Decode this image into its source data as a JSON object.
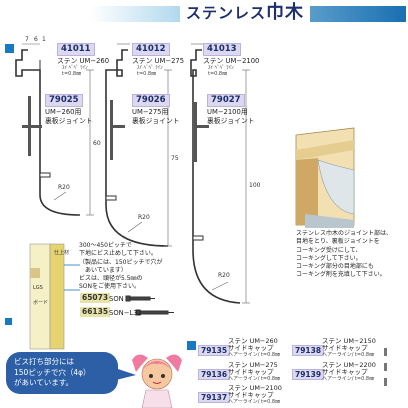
{
  "header": {
    "title_prefix": "ステンレス",
    "title_main": "巾木"
  },
  "profiles": [
    {
      "code": "41011",
      "name": "ステン UM−260",
      "name_sub": "ｽｲ ﾍﾞﾍﾟ ﾗｲﾝ",
      "thickness": "t=0.8㎜",
      "joint_code": "79025",
      "joint_l1": "UM−260用",
      "joint_l2": "裏板ジョイント",
      "height": "60",
      "radius": "R20"
    },
    {
      "code": "41012",
      "name": "ステン UM−275",
      "name_sub": "ｽｲ ﾍﾞﾍﾟ ﾗｲﾝ",
      "thickness": "t=0.8㎜",
      "joint_code": "79026",
      "joint_l1": "UM−275用",
      "joint_l2": "裏板ジョイント",
      "height": "75",
      "radius": "R20"
    },
    {
      "code": "41013",
      "name": "ステン UM−2100",
      "name_sub": "ｽｲ ﾍﾞﾍﾟ ﾗｲﾝ",
      "thickness": "t=0.8㎜",
      "joint_code": "79027",
      "joint_l1": "UM−2100用",
      "joint_l2": "裏板ジョイント",
      "height": "100",
      "radius": "R20"
    }
  ],
  "top_dims": [
    "7",
    "6",
    "1"
  ],
  "install_note": [
    "300〜450ピッチで",
    "下地にビス止めして下さい。",
    "（製品には、150ピッチで穴が",
    "　あいています）",
    "ビスは、頭径が5.5㎜の",
    "SONをご使用下さい。"
  ],
  "joint_note": [
    "ステンレス巾木のジョイント部は、",
    "目地をとり、裏板ジョイントを",
    "コーキング受けにして、",
    "コーキングして下さい。",
    "コーキング部分の目地部にも",
    "コーキング剤を充填して下さい。"
  ],
  "screws": [
    {
      "code": "65073",
      "label": "SON"
    },
    {
      "code": "66135",
      "label": "SON−L32"
    }
  ],
  "post_text": {
    "top": "仕上材",
    "mid": "LGS",
    "bottom": "ボード"
  },
  "caps": [
    {
      "code": "79135",
      "l1": "ステン UM−260",
      "l2": "サイドキャップ",
      "l3": "ヘアーライン/ t=0.8㎜"
    },
    {
      "code": "79138",
      "l1": "ステン UM−2150",
      "l2": "サイドキャップ",
      "l3": "ヘアーライン/ t=0.8㎜"
    },
    {
      "code": "79136",
      "l1": "ステン UM−275",
      "l2": "サイドキャップ",
      "l3": "ヘアーライン/ t=0.8㎜"
    },
    {
      "code": "79139",
      "l1": "ステン UM−2200",
      "l2": "サイドキャップ",
      "l3": "ヘアーライン/ t=0.8㎜"
    },
    {
      "code": "79137",
      "l1": "ステン UM−2100",
      "l2": "サイドキャップ",
      "l3": "ヘアーライン/ t=0.8㎜"
    }
  ],
  "bubble": [
    "ビス打ち部分には",
    "150ピッチで穴（4φ）",
    "があいています。"
  ],
  "colors": {
    "accent": "#1a78c2",
    "code_bg": "#dcd8ef",
    "bubble": "#2c5fa6"
  }
}
